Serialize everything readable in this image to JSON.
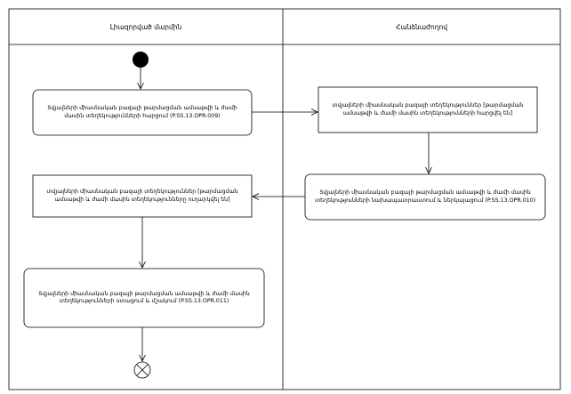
{
  "lanes": [
    {
      "id": "lane-left",
      "title": "Լիազորված մարմին"
    },
    {
      "id": "lane-right",
      "title": "Հանձնաժողով"
    }
  ],
  "nodes": [
    {
      "id": "start",
      "type": "initial"
    },
    {
      "id": "a1",
      "type": "action",
      "lane": "lane-left",
      "text": "Տվյալների միասնական բազայի թարմացման ամսաթվի և ժամի մասին տեղեկությունների հարցում (P.SS.13.OPR.009)"
    },
    {
      "id": "o1",
      "type": "object",
      "lane": "lane-right",
      "text": "տվյալների միասնական բազայի տեղեկություններ [թարմացման ամսաթվի և ժամի մասին տեղեկությունների հարցվել են]"
    },
    {
      "id": "a2",
      "type": "action",
      "lane": "lane-right",
      "text": "Տվյալների միասնական բազայի թարմացման ամսաթվի և ժամի մասին տեղեկությունների նախապատրաստում և ներկայացում (P.SS.13.OPR.010)"
    },
    {
      "id": "o2",
      "type": "object",
      "lane": "lane-left",
      "text": "տվյալների միասնական բազայի տեղեկություններ [թարմացման ամսաթվի և ժամի մասին տեղեկությունները ուղարկվել են]"
    },
    {
      "id": "a3",
      "type": "action",
      "lane": "lane-left",
      "text": "Տվյալների միասնական բազայի թարմացման ամսաթվի և ժամի մասին տեղեկությունների ստացում և մշակում (P.SS.13.OPR.011)"
    },
    {
      "id": "end",
      "type": "final"
    }
  ],
  "edges": [
    {
      "from": "start",
      "to": "a1"
    },
    {
      "from": "a1",
      "to": "o1"
    },
    {
      "from": "o1",
      "to": "a2"
    },
    {
      "from": "a2",
      "to": "o2"
    },
    {
      "from": "o2",
      "to": "a3"
    },
    {
      "from": "a3",
      "to": "end"
    }
  ],
  "colors": {
    "stroke": "#000000",
    "background": "#ffffff"
  }
}
